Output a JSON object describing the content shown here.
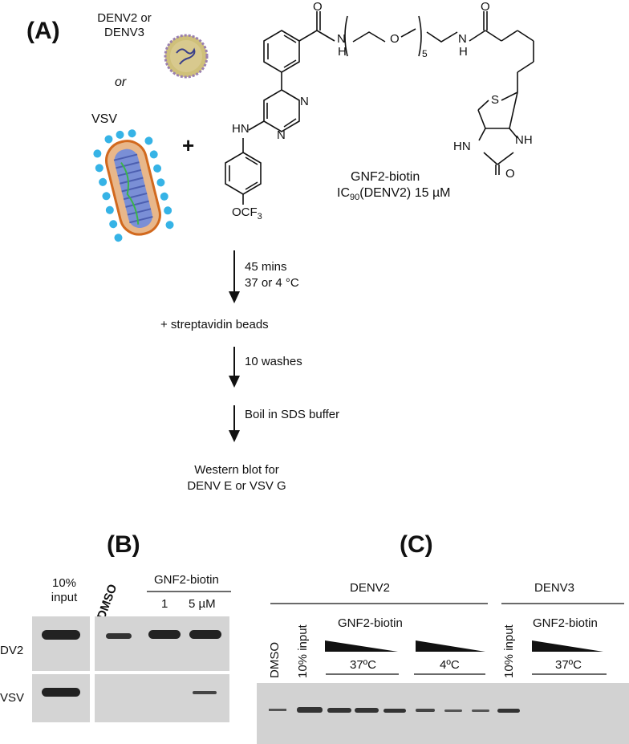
{
  "panel_a": {
    "label": "(A)",
    "virus_1": "DENV2 or",
    "virus_2": "DENV3",
    "or_text": "or",
    "vsv": "VSV",
    "plus": "+",
    "compound_name": "GNF2-biotin",
    "ic90_prefix": "IC",
    "ic90_sub": "90",
    "ic90_rest": "(DENV2) 15 µM",
    "chem": {
      "o1": "O",
      "n1": "N",
      "h1": "H",
      "o2": "O",
      "sub5": "5",
      "n2": "N",
      "h2": "H",
      "o3": "O",
      "n3": "N",
      "n4": "N",
      "hn": "HN",
      "s": "S",
      "hn2": "HN",
      "nh": "NH",
      "o4": "O",
      "ocf3_a": "OCF",
      "ocf3_sub": "3"
    },
    "steps": [
      {
        "l1": "45 mins",
        "l2": "37 or 4 °C"
      },
      {
        "l1": "10 washes"
      },
      {
        "l1": "Boil in SDS buffer"
      }
    ],
    "mid_1": "+ streptavidin beads",
    "final_1": "Western blot for",
    "final_2": "DENV E or VSV G"
  },
  "panel_b": {
    "label": "(B)",
    "input_1": "10%",
    "input_2": "input",
    "dmso": "DMSO",
    "gnf": "GNF2-biotin",
    "conc_1": "1",
    "conc_2": "5 µM",
    "row_1": "DV2",
    "row_2": "VSV"
  },
  "panel_c": {
    "label": "(C)",
    "denv2": "DENV2",
    "denv3": "DENV3",
    "dmso": "DMSO",
    "input_1": "10% input",
    "input_2": "10% input",
    "gnf_1": "GNF2-biotin",
    "gnf_2": "GNF2-biotin",
    "temp_1": "37ºC",
    "temp_2": "4ºC",
    "temp_3": "37ºC"
  },
  "colors": {
    "ink": "#111111",
    "blot_bg": "#d4d4d4",
    "band": "#2a2a2a"
  }
}
